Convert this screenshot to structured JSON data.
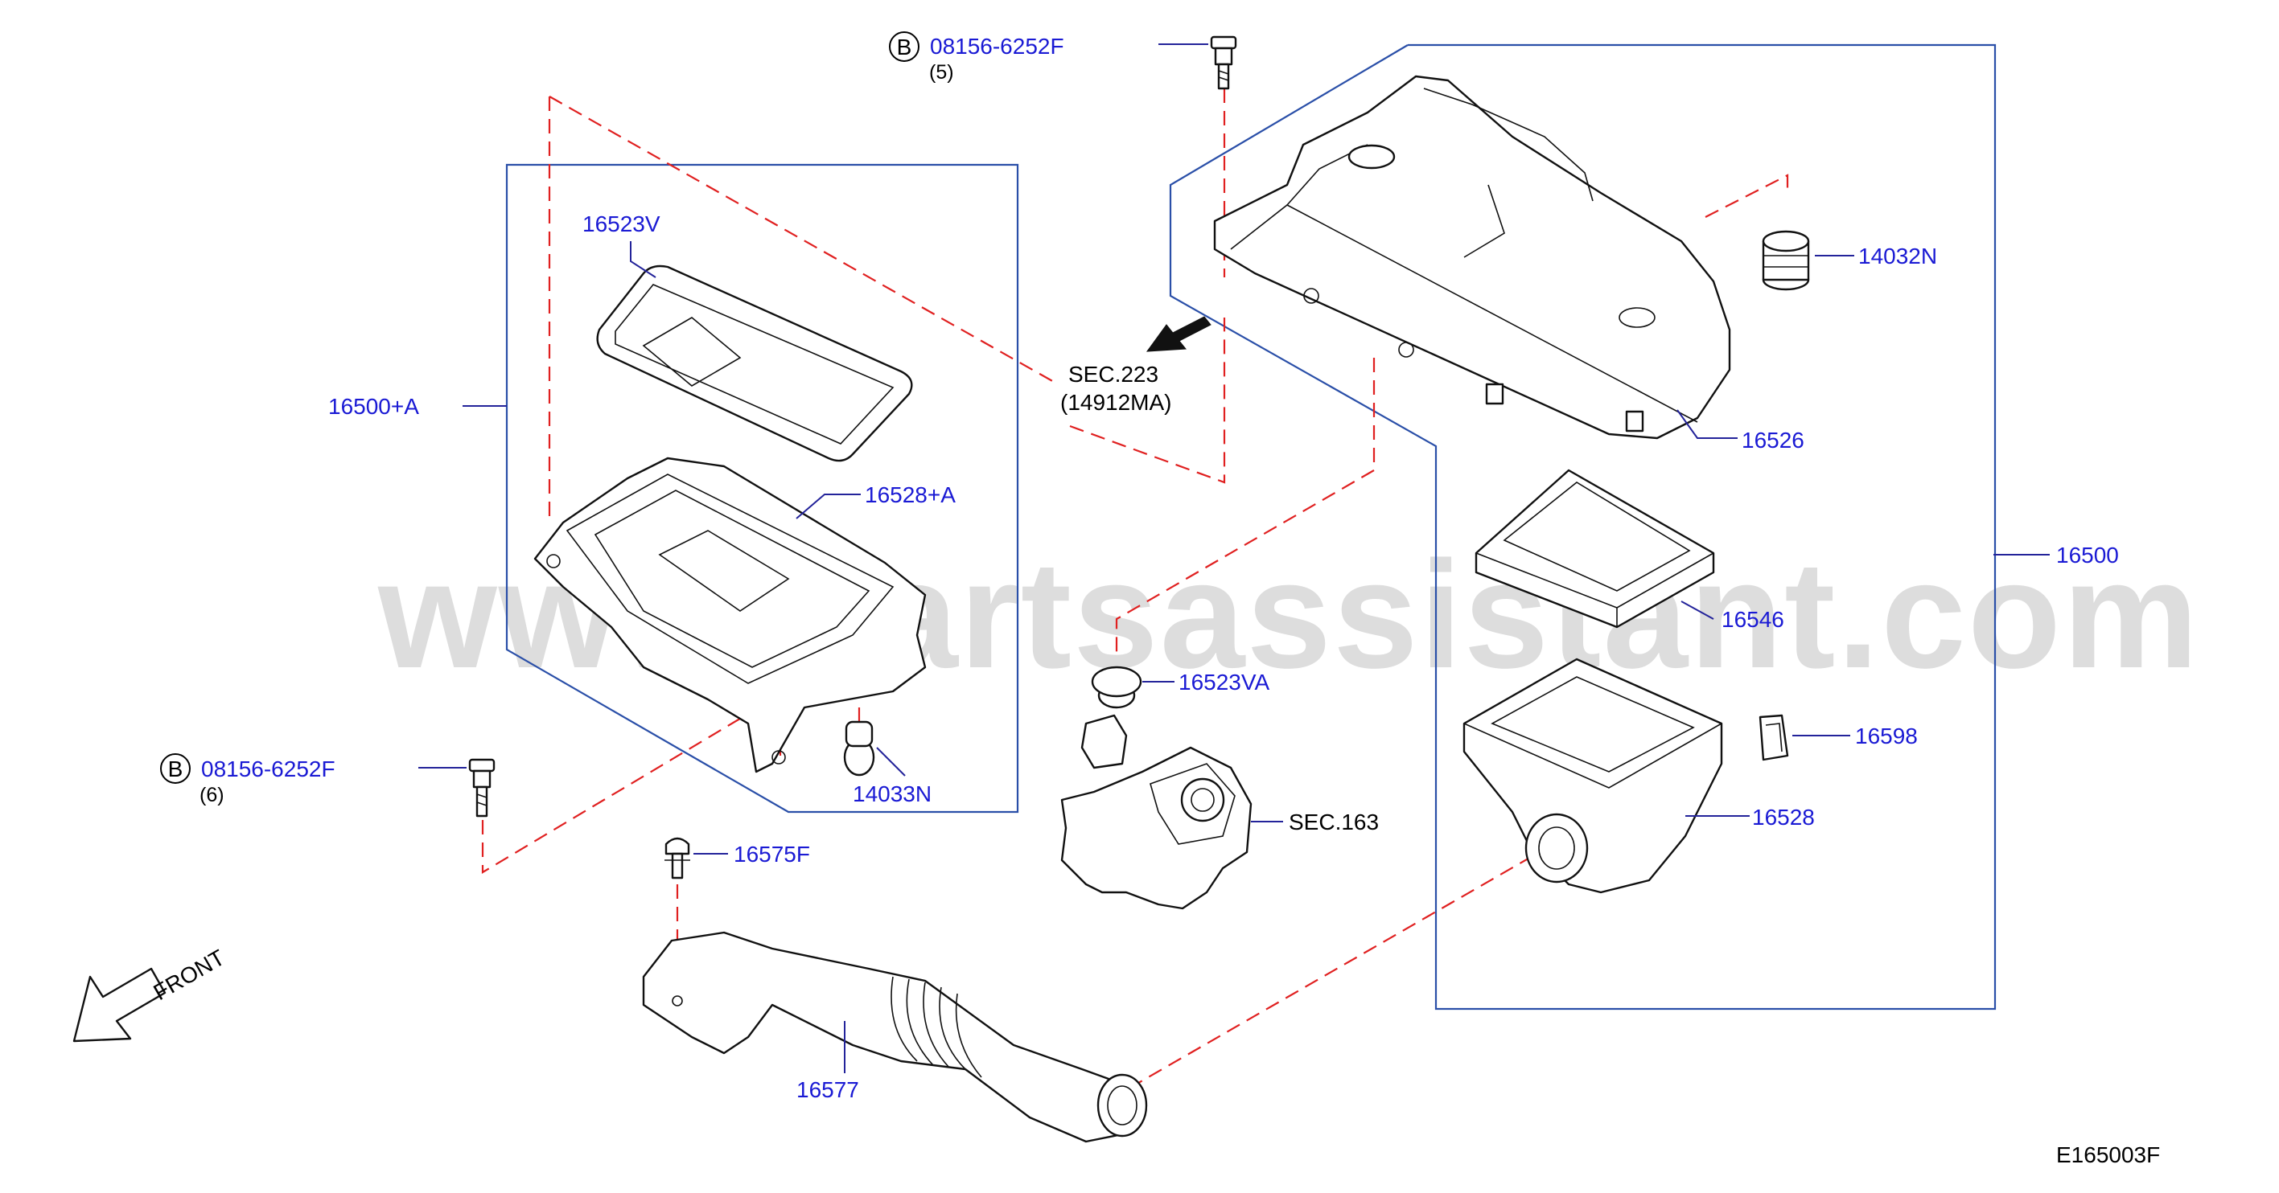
{
  "diagram_id": "E165003F",
  "watermark": "www.partsassistant.com",
  "bolt_top": {
    "badge": "B",
    "part": "08156-6252F",
    "qty": "(5)"
  },
  "bolt_left": {
    "badge": "B",
    "part": "08156-6252F",
    "qty": "(6)"
  },
  "labels": {
    "p16523V": "16523V",
    "p16500A": "16500+A",
    "p16528A": "16528+A",
    "p14033N": "14033N",
    "p16575F": "16575F",
    "p16577": "16577",
    "p16523VA": "16523VA",
    "p16526": "16526",
    "p14032N": "14032N",
    "p16500": "16500",
    "p16546": "16546",
    "p16598": "16598",
    "p16528": "16528"
  },
  "sec223": {
    "line1": "SEC.223",
    "line2": "(14912MA)"
  },
  "sec163": "SEC.163",
  "front": "FRONT",
  "colors": {
    "part_number": "#1a1ad4",
    "dash_lines": "#e02020",
    "group_lines": "#2a4fa8"
  }
}
